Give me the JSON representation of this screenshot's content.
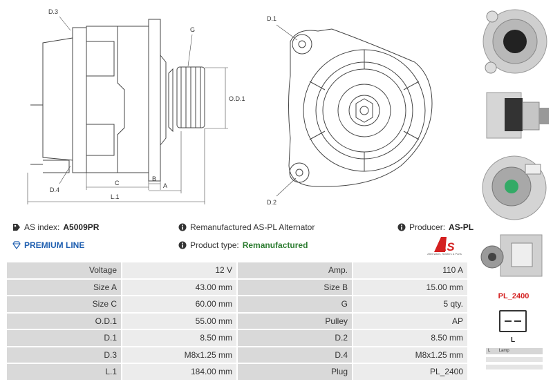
{
  "drawing": {
    "labels": {
      "d3": "D.3",
      "g": "G",
      "od1": "O.D.1",
      "d4": "D.4",
      "c": "C",
      "b": "B",
      "a": "A",
      "l1": "L.1",
      "d1": "D.1",
      "d2": "D.2"
    }
  },
  "info": {
    "as_index_label": "AS index:",
    "as_index_value": "A5009PR",
    "title": "Remanufactured AS-PL Alternator",
    "producer_label": "Producer:",
    "producer_value": "AS-PL",
    "premium_line": "PREMIUM LINE",
    "product_type_label": "Product type:",
    "product_type_value": "Remanufactured"
  },
  "specs": [
    {
      "left_label": "Voltage",
      "left_value": "12 V",
      "right_label": "Amp.",
      "right_value": "110 A"
    },
    {
      "left_label": "Size A",
      "left_value": "43.00 mm",
      "right_label": "Size B",
      "right_value": "15.00 mm"
    },
    {
      "left_label": "Size C",
      "left_value": "60.00 mm",
      "right_label": "G",
      "right_value": "5 qty."
    },
    {
      "left_label": "O.D.1",
      "left_value": "55.00 mm",
      "right_label": "Pulley",
      "right_value": "AP"
    },
    {
      "left_label": "D.1",
      "left_value": "8.50 mm",
      "right_label": "D.2",
      "right_value": "8.50 mm"
    },
    {
      "left_label": "D.3",
      "left_value": "M8x1.25 mm",
      "right_label": "D.4",
      "right_value": "M8x1.25 mm"
    },
    {
      "left_label": "L.1",
      "left_value": "184.00 mm",
      "right_label": "Plug",
      "right_value": "PL_2400"
    }
  ],
  "sidebar": {
    "plug_code": "PL_2400",
    "plug_letter": "L",
    "pin_code": "L",
    "pin_desc": "Lamp"
  },
  "logo": {
    "mark": "AS",
    "tagline": "Alternators, Starters & Parts"
  },
  "colors": {
    "premium_blue": "#1f5fb0",
    "remanufactured_green": "#2e7d32",
    "plug_red": "#d42020",
    "logo_red": "#d42020"
  }
}
